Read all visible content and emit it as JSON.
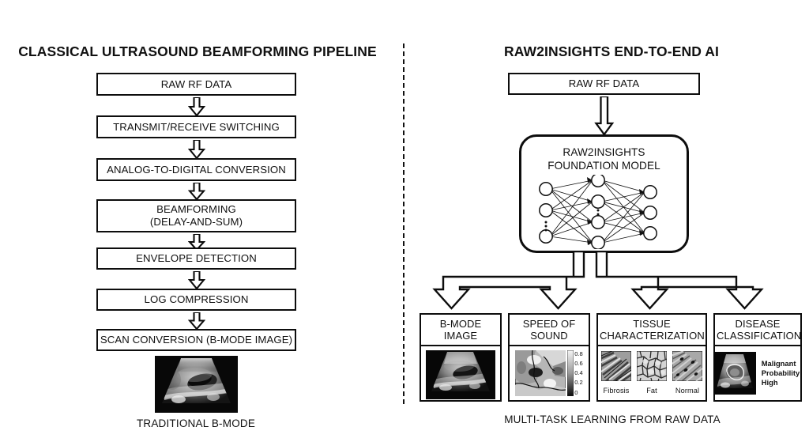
{
  "panels": {
    "left": {
      "title": "CLASSICAL ULTRASOUND BEAMFORMING PIPELINE",
      "steps": [
        {
          "line1": "RAW RF DATA",
          "line2": ""
        },
        {
          "line1": "TRANSMIT/RECEIVE SWITCHING",
          "line2": ""
        },
        {
          "line1": "ANALOG-TO-DIGITAL CONVERSION",
          "line2": ""
        },
        {
          "line1": "BEAMFORMING",
          "line2": "(DELAY-AND-SUM)"
        },
        {
          "line1": "ENVELOPE DETECTION",
          "line2": ""
        },
        {
          "line1": "LOG COMPRESSION",
          "line2": ""
        },
        {
          "line1": "SCAN CONVERSION (B-MODE IMAGE)",
          "line2": ""
        }
      ],
      "result_image_alt": "ultrasound-b-mode-scan",
      "caption": "TRADITIONAL B-MODE"
    },
    "right": {
      "title": "RAW2INSIGHTS END-TO-END AI",
      "input_box": "RAW RF DATA",
      "model": {
        "title_line1": "RAW2INSIGHTS",
        "title_line2": "FOUNDATION MODEL",
        "network": {
          "input_nodes": 3,
          "hidden1_nodes": 4,
          "hidden2_nodes": 3,
          "ellipsis": "⋮"
        }
      },
      "outputs": [
        {
          "head_line1": "B-MODE",
          "head_line2": "IMAGE",
          "kind": "image",
          "image_alt": "b-mode-ultrasound-thumbnail"
        },
        {
          "head_line1": "SPEED OF",
          "head_line2": "SOUND",
          "kind": "map",
          "image_alt": "speed-of-sound-map",
          "colorbar_ticks": [
            "0.8",
            "0.6",
            "0.4",
            "0.2",
            "0"
          ]
        },
        {
          "head_line1": "TISSUE",
          "head_line2": "CHARACTERIZATION",
          "kind": "tiles",
          "tiles": [
            {
              "label": "Fibrosis"
            },
            {
              "label": "Fat"
            },
            {
              "label": "Normal"
            }
          ]
        },
        {
          "head_line1": "DISEASE",
          "head_line2": "CLASSIFICATION",
          "kind": "classification",
          "image_alt": "segmented-lesion-ultrasound",
          "readout": "Malignant\nProbability:\nHigh"
        }
      ],
      "caption": "MULTI-TASK LEARNING FROM RAW DATA"
    }
  },
  "colors": {
    "stroke": "#0d0d0d",
    "text": "#111111",
    "background": "#ffffff"
  }
}
